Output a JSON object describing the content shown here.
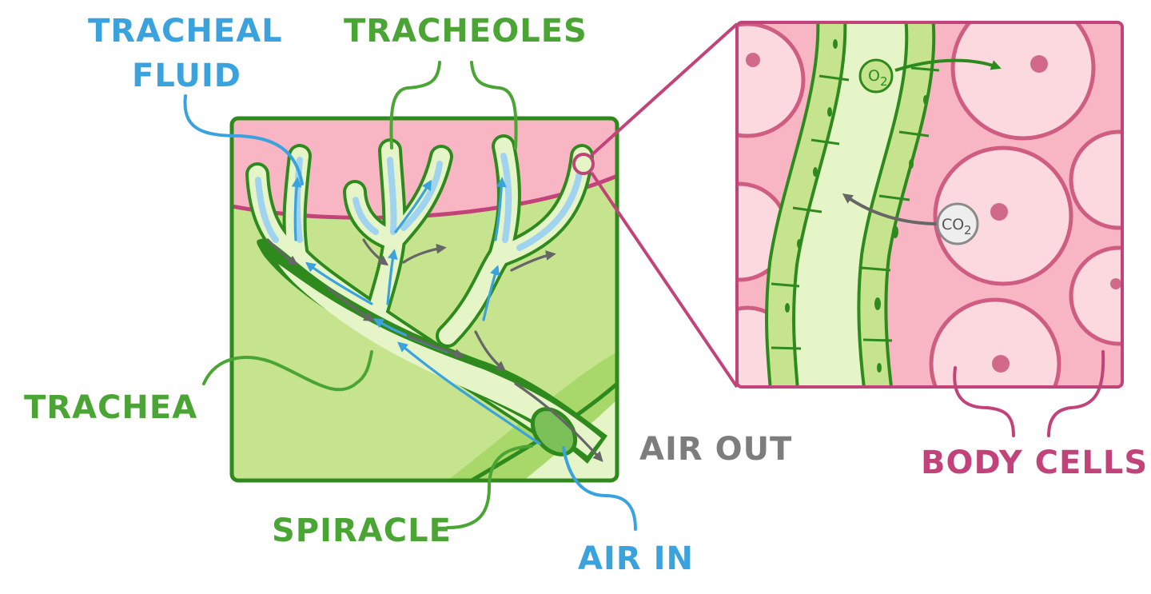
{
  "labels": {
    "tracheal_fluid_line1": "TRACHEAL",
    "tracheal_fluid_line2": "FLUID",
    "tracheoles": "TRACHEOLES",
    "trachea": "TRACHEA",
    "spiracle": "SPIRACLE",
    "air_in": "AIR IN",
    "air_out": "AIR OUT",
    "body_cells": "BODY CELLS"
  },
  "gases": {
    "oxygen": {
      "base": "O",
      "sub": "2"
    },
    "carbon_dioxide": {
      "base": "CO",
      "sub": "2"
    }
  },
  "colors": {
    "label_green": "#4aa534",
    "label_blue": "#3aa3dd",
    "label_grey": "#7d7d7d",
    "label_pink": "#c2437a",
    "tissue_green": "#c6e48e",
    "outline_green": "#2f8a1e",
    "trachea_fill": "#e6f5c8",
    "tissue_pink": "#f8b6c4",
    "cell_pink": "#fbd9df",
    "cell_outline": "#cf5d82"
  }
}
